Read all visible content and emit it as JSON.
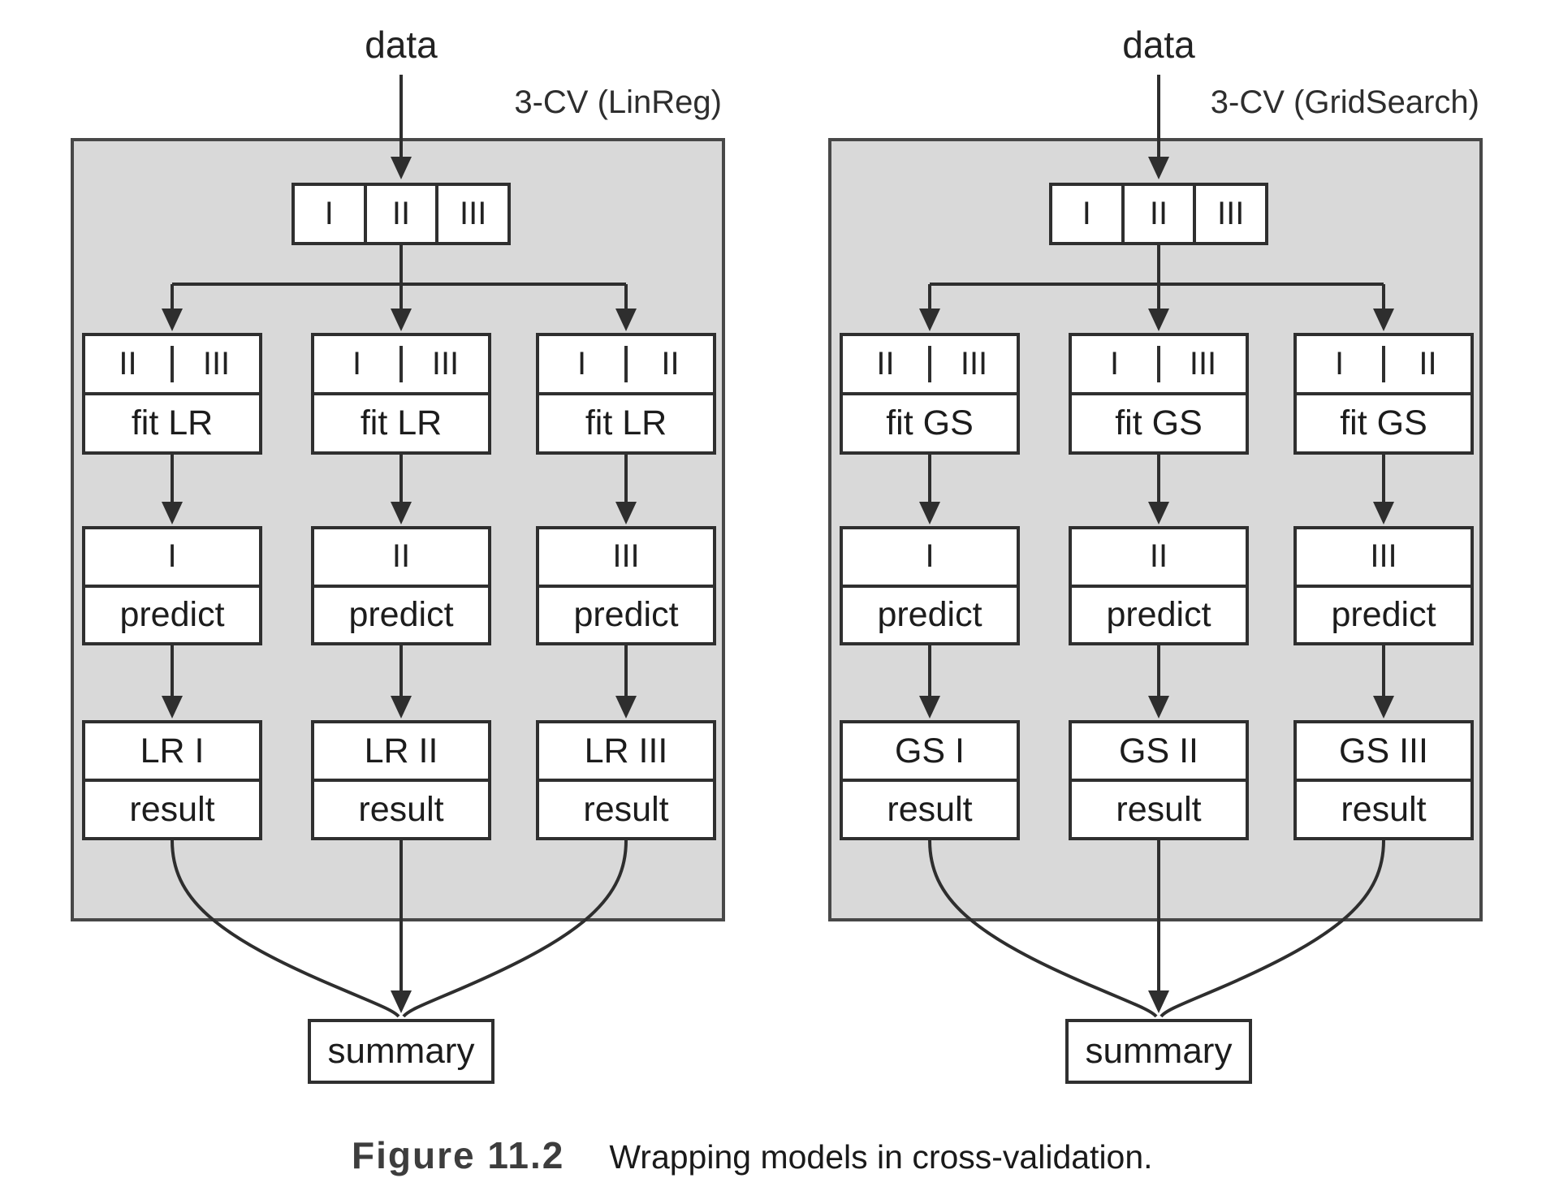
{
  "figure": {
    "caption_label": "Figure 11.2",
    "caption_text": "Wrapping models in cross-validation."
  },
  "colors": {
    "panel_background": "#d9d9d9",
    "panel_border": "#484848",
    "box_background": "#ffffff",
    "box_border": "#2f2f2f",
    "line": "#2e2e2e",
    "text": "#1c1c1c"
  },
  "panels": [
    {
      "title": "3-CV (LinReg)",
      "data_label": "data",
      "split_cells": [
        "I",
        "II",
        "III"
      ],
      "summary_label": "summary",
      "columns": [
        {
          "train_cells": [
            "II",
            "III"
          ],
          "fit": "fit LR",
          "predict_fold": "I",
          "predict_label": "predict",
          "result_name": "LR I",
          "result_label": "result"
        },
        {
          "train_cells": [
            "I",
            "III"
          ],
          "fit": "fit LR",
          "predict_fold": "II",
          "predict_label": "predict",
          "result_name": "LR II",
          "result_label": "result"
        },
        {
          "train_cells": [
            "I",
            "II"
          ],
          "fit": "fit LR",
          "predict_fold": "III",
          "predict_label": "predict",
          "result_name": "LR III",
          "result_label": "result"
        }
      ]
    },
    {
      "title": "3-CV (GridSearch)",
      "data_label": "data",
      "split_cells": [
        "I",
        "II",
        "III"
      ],
      "summary_label": "summary",
      "columns": [
        {
          "train_cells": [
            "II",
            "III"
          ],
          "fit": "fit GS",
          "predict_fold": "I",
          "predict_label": "predict",
          "result_name": "GS I",
          "result_label": "result"
        },
        {
          "train_cells": [
            "I",
            "III"
          ],
          "fit": "fit GS",
          "predict_fold": "II",
          "predict_label": "predict",
          "result_name": "GS II",
          "result_label": "result"
        },
        {
          "train_cells": [
            "I",
            "II"
          ],
          "fit": "fit GS",
          "predict_fold": "III",
          "predict_label": "predict",
          "result_name": "GS III",
          "result_label": "result"
        }
      ]
    }
  ]
}
